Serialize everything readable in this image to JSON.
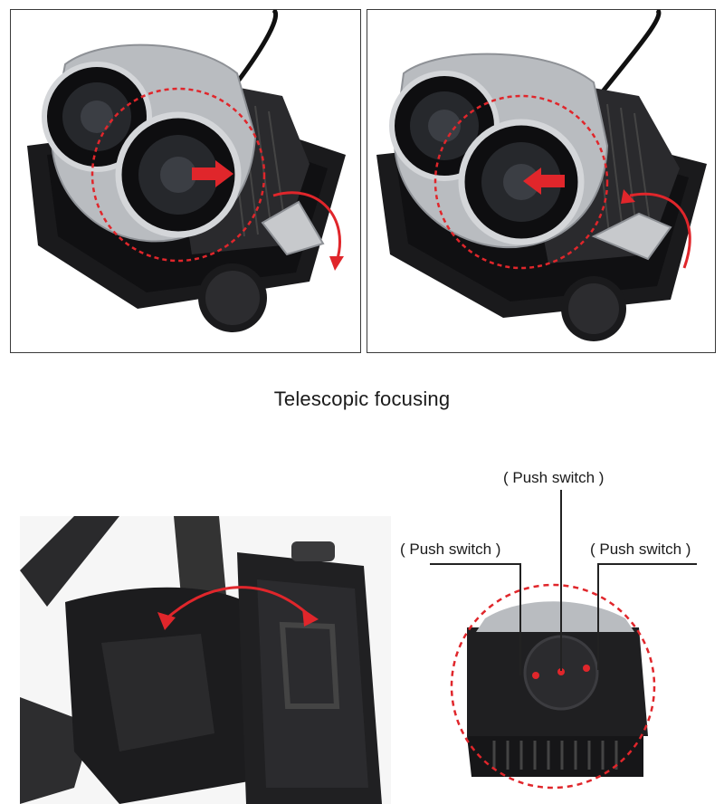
{
  "caption": "Telescopic focusing",
  "callouts": {
    "top": "( Push switch )",
    "left": "( Push switch )",
    "right": "( Push switch )"
  },
  "colors": {
    "indicator_red": "#e0262b",
    "body_black": "#1c1c1e",
    "metal_silver": "#b9bcc0"
  }
}
